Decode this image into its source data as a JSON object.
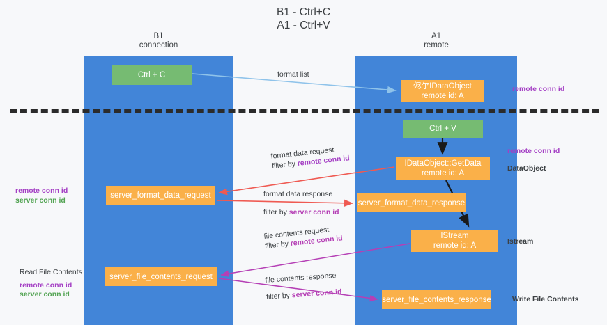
{
  "title": {
    "line1": "B1 - Ctrl+C",
    "line2": "A1 - Ctrl+V"
  },
  "lanes": [
    {
      "id": "b1",
      "name": "B1",
      "subtitle": "connection",
      "color": "#4285d8"
    },
    {
      "id": "a1",
      "name": "A1",
      "subtitle": "remote",
      "color": "#4285d8"
    }
  ],
  "nodes": {
    "ctrl_c": {
      "line1": "Ctrl + C",
      "line2": "",
      "color": "#76bb72"
    },
    "idataobject": {
      "line1": "侭亇IDataObject",
      "line2": "remote id: A",
      "color": "#fab049"
    },
    "ctrl_v": {
      "line1": "Ctrl + V",
      "line2": "",
      "color": "#76bb72"
    },
    "getdata": {
      "line1": "IDataObject::GetData",
      "line2": "remote id: A",
      "color": "#fab049"
    },
    "server_format_data_request": {
      "line1": "server_format_data_request",
      "line2": "",
      "color": "#fab049"
    },
    "server_format_data_response": {
      "line1": "server_format_data_response",
      "line2": "",
      "color": "#fab049"
    },
    "istream": {
      "line1": "IStream",
      "line2": "remote id: A",
      "color": "#fab049"
    },
    "server_file_contents_request": {
      "line1": "server_file_contents_request",
      "line2": "",
      "color": "#fab049"
    },
    "server_file_contents_response": {
      "line1": "server_file_contents_response",
      "line2": "",
      "color": "#fab049"
    }
  },
  "edge_labels": {
    "format_list": {
      "line1": "format list",
      "line2": "",
      "highlight": ""
    },
    "format_data_request": {
      "line1": "format data request",
      "prefix": "filter by ",
      "highlight": "remote conn id"
    },
    "format_data_response": {
      "line1": "format data response",
      "prefix": "filter by ",
      "highlight": "server conn id"
    },
    "file_contents_request": {
      "line1": "file contents request",
      "prefix": "filter by ",
      "highlight": "remote conn id"
    },
    "file_contents_response": {
      "line1": "file contents response",
      "prefix": "filter by ",
      "highlight": "server conn id"
    }
  },
  "annotations": {
    "remote_conn_id_top": "remote conn id",
    "remote_conn_id_mid": "remote conn id",
    "data_object": "DataObject",
    "istream": "Istream",
    "write_file_contents": "Write File Contents",
    "read_file_contents": "Read File Contents",
    "left_mid_remote": "remote conn id",
    "left_mid_server": "server conn id",
    "left_bot_remote": "remote conn id",
    "left_bot_server": "server conn id"
  },
  "colors": {
    "lane": "#4285d8",
    "node_green": "#76bb72",
    "node_orange": "#fab049",
    "purple": "#a43fc4",
    "green_text": "#52a352",
    "magenta": "#b53fb5",
    "arrow_red": "#ef5a52",
    "arrow_blue": "#8fc3ea",
    "arrow_black": "#1a1a1a",
    "divider": "#2b2b2b",
    "background": "#f7f8fa"
  }
}
